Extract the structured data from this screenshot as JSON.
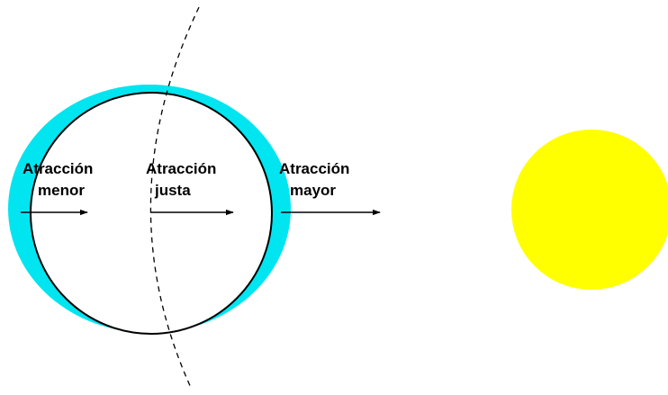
{
  "colors": {
    "background": "#ffffff",
    "bulge": "#00e5f0",
    "earth_outline": "#000000",
    "earth_fill": "#ffffff",
    "sun": "#ffff00",
    "arrow": "#000000",
    "orbit": "#000000"
  },
  "labels": {
    "left": {
      "line1": "Atracción",
      "line2": "menor"
    },
    "center": {
      "line1": "Atracción",
      "line2": "justa"
    },
    "right": {
      "line1": "Atracción",
      "line2": "mayor"
    }
  }
}
